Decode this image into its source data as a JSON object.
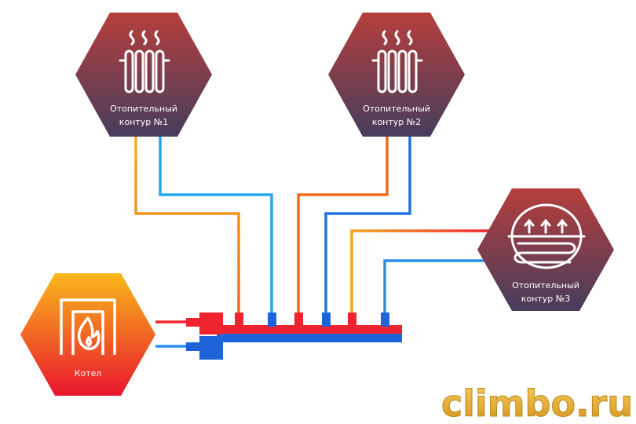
{
  "circuit1": {
    "line1": "Отопительный",
    "line2": "контур  №1"
  },
  "circuit2": {
    "line1": "Отопительный",
    "line2": "контур  №2"
  },
  "circuit3": {
    "line1": "Отопительный",
    "line2": "контур  №3"
  },
  "boiler": {
    "label": "Котел"
  },
  "watermark": {
    "text": "climbo.ru"
  },
  "colors": {
    "hex_top": "#b2403f",
    "hex_bottom": "#4c3d5b",
    "boiler_top": "#f8b21b",
    "boiler_bottom": "#ea1c2e",
    "supply_pipe": "#f0242f",
    "return_pipe": "#1e63d8",
    "watermark": "#e0a52a"
  },
  "icons": {
    "circuit1": "radiator-icon",
    "circuit2": "radiator-icon",
    "circuit3": "underfloor-heating-icon",
    "boiler": "boiler-flame-icon"
  }
}
